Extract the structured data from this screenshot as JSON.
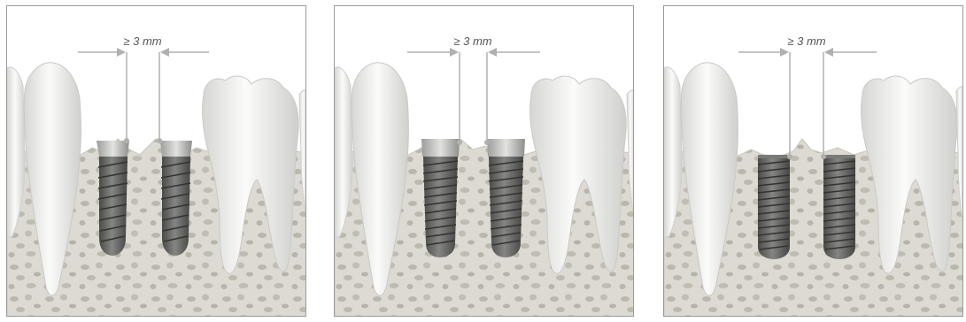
{
  "panels": [
    {
      "variant": "tapered-implants-crestal-collar",
      "spacing_label": "≥ 3 mm"
    },
    {
      "variant": "tapered-implants-polished-neck",
      "spacing_label": "≥ 3 mm"
    },
    {
      "variant": "parallel-wall-implants-at-bone-level",
      "spacing_label": "≥ 3 mm"
    }
  ],
  "colors": {
    "bone": "#dcdad3",
    "trabecula": "#b8b5ab",
    "gum_line": "#c8c5bc",
    "tooth": "#f3f3f1",
    "tooth_shadow": "#d9d9d6",
    "implant_body": "#6a6a68",
    "implant_thread": "#3f3f3e",
    "implant_collar": "#bdbdbb",
    "dimension_line": "#b0b0b0"
  }
}
